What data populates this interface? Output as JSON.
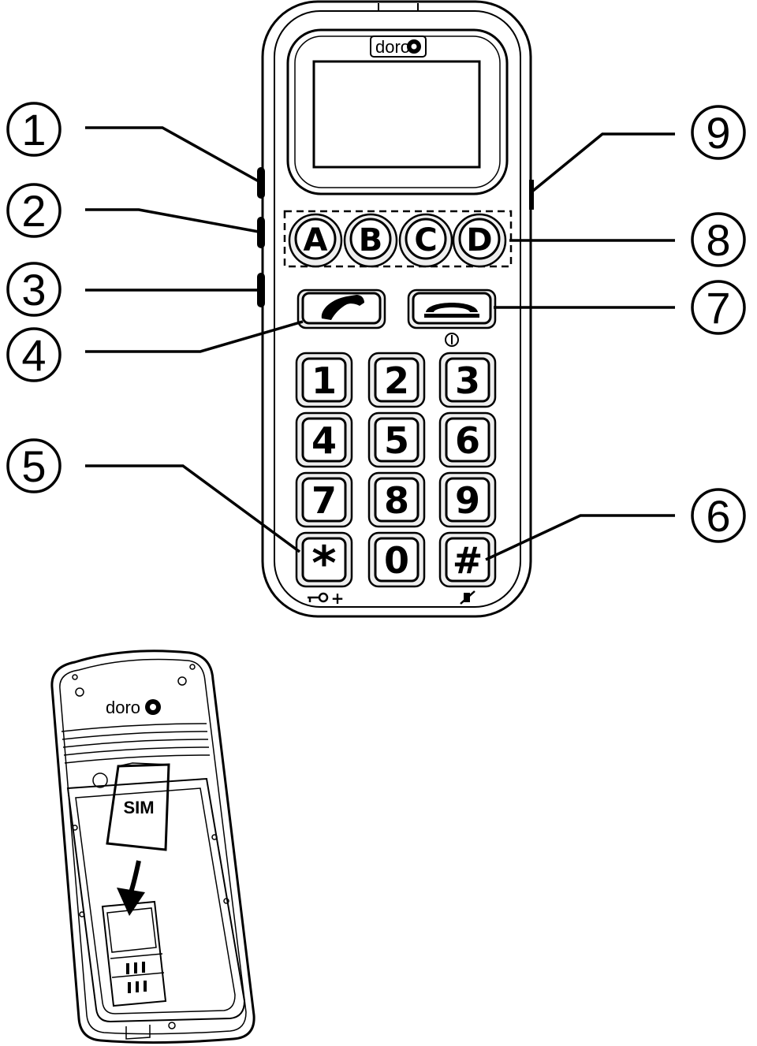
{
  "brand": {
    "logo_text": "doro"
  },
  "callouts": [
    "1",
    "2",
    "3",
    "4",
    "5",
    "6",
    "7",
    "8",
    "9"
  ],
  "memory_keys": [
    "A",
    "B",
    "C",
    "D"
  ],
  "keypad": [
    "1",
    "2",
    "3",
    "4",
    "5",
    "6",
    "7",
    "8",
    "9",
    "*",
    "0",
    "#"
  ],
  "key_sublabels": {
    "plus": "+",
    "power": "I"
  },
  "back_view": {
    "logo_text": "doro",
    "sim_label": "SIM"
  },
  "icons": [
    "call-icon",
    "end-call-icon",
    "power-icon",
    "key-lock-icon",
    "silent-icon",
    "camera-logo-icon",
    "insert-arrow-icon"
  ]
}
